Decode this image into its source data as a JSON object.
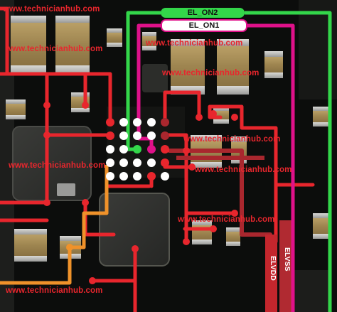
{
  "watermark": "www.technicianhub.com",
  "signals": {
    "el_on2": "EL_ON2",
    "el_on1": "EL_ON1",
    "elvss": "ELVSS",
    "elvdd": "ELVDD"
  },
  "colors": {
    "red_trace": "#e8262d",
    "dark_red_trace": "#a9272e",
    "green_trace": "#33d64a",
    "magenta_trace": "#e0118a",
    "orange_trace": "#f0922a",
    "board": "#0c0d0c"
  }
}
